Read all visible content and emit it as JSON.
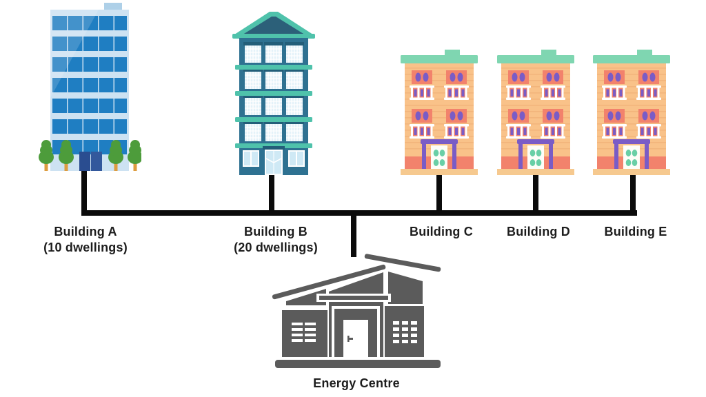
{
  "diagram_title": "district-heating-network",
  "buildings": [
    {
      "id": "building-a",
      "label": "Building A",
      "sublabel": "(10 dwellings)",
      "style": "blue-office-tower"
    },
    {
      "id": "building-b",
      "label": "Building B",
      "sublabel": "(20 dwellings)",
      "style": "teal-mid-rise"
    },
    {
      "id": "building-c",
      "label": "Building C",
      "style": "orange-apartment"
    },
    {
      "id": "building-d",
      "label": "Building D",
      "style": "orange-apartment"
    },
    {
      "id": "building-e",
      "label": "Building E",
      "style": "orange-apartment"
    }
  ],
  "energy_centre": {
    "label": "Energy Centre",
    "style": "grey-plant-building"
  },
  "palette": {
    "background": "#ffffff",
    "connector": "#0b0b0b",
    "text": "#1d1d1d",
    "building_a_body": "#cde2f2",
    "building_a_window": "#1f7ec2",
    "building_a_door": "#2a4d90",
    "tree_green": "#4d9c3b",
    "tree_trunk": "#dd9c3f",
    "building_b_body": "#2e7191",
    "building_b_trim": "#4fc2ab",
    "building_b_roof": "#2c6079",
    "apartment_body": "#f9c289",
    "apartment_window": "#f2826c",
    "apartment_accent": "#7a5cc6",
    "apartment_roof": "#7fd6b1",
    "apartment_door_dot": "#69cfa6",
    "energy_centre_grey": "#5b5b5b"
  }
}
